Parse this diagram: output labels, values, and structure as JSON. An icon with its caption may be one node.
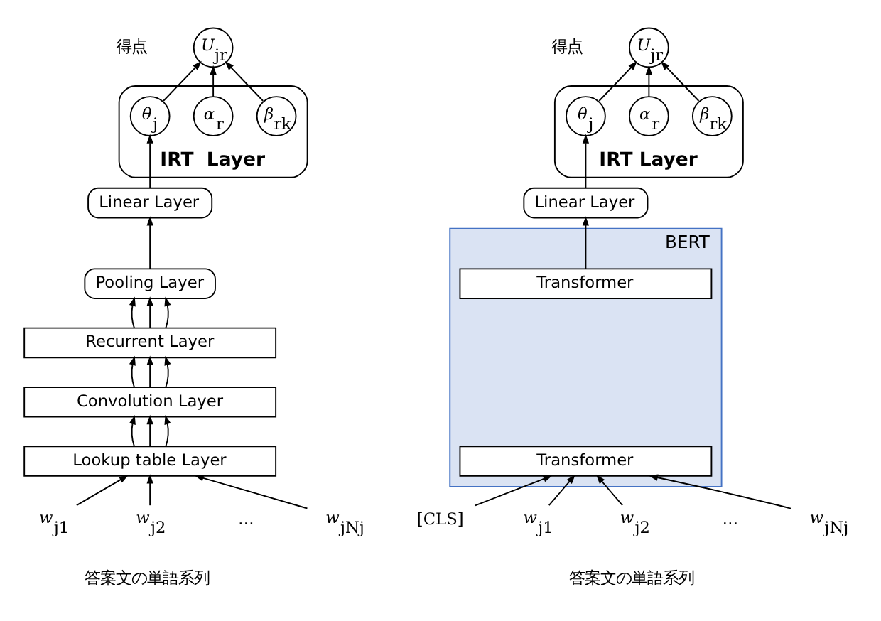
{
  "diagram": {
    "nodes": [
      {
        "text": [
          "*U*$_{jr}$"
        ],
        "beside": [
          "得点"
        ]
      },
      {
        "text": [
          "IRT  Layer"
        ]
      },
      {
        "text": [
          "*θ*$_{j}$"
        ],
        "in": 1
      },
      {
        "text": [
          "*α*$_{r}$"
        ],
        "in": 1
      },
      {
        "text": [
          "*β*$_{rk}$"
        ],
        "in": 1
      },
      {
        "text": [
          "Linear Layer"
        ]
      },
      {
        "text": [
          "Pooling Layer"
        ]
      },
      {
        "text": [
          "Recurrent Layer"
        ]
      },
      {
        "text": [
          "Convolution Layer"
        ]
      },
      {
        "text": [
          "Lookup table Layer"
        ]
      },
      {
        "text": [
          "*w*$_{j1}$"
        ]
      },
      {
        "text": [
          "*w*$_{j2}$"
        ]
      },
      {
        "text": [
          "*w*$_{jNj}$"
        ]
      },
      {
        "text": [
          "*U*$_{jr}$"
        ],
        "beside": [
          "得点"
        ]
      },
      {
        "text": [
          "IRT Layer"
        ]
      },
      {
        "text": [
          "*θ*$_{j}$"
        ],
        "in": 14
      },
      {
        "text": [
          "*α*$_{r}$"
        ],
        "in": 14
      },
      {
        "text": [
          "*β*$_{rk}$"
        ],
        "in": 14
      },
      {
        "text": [
          "Linear Layer"
        ]
      },
      {
        "text": [
          "BERT"
        ]
      },
      {
        "text": [
          "Transformer"
        ],
        "in": 19
      },
      {
        "text": [
          "Transformer"
        ],
        "in": 19
      },
      {
        "text": [
          "[CLS]"
        ]
      },
      {
        "text": [
          "*w*$_{j1}$"
        ]
      },
      {
        "text": [
          "*w*$_{j2}$"
        ]
      },
      {
        "text": [
          "*w*$_{jNj}$"
        ]
      }
    ],
    "edges": [
      {
        "from": 2,
        "to": 0,
        "arrow": "to"
      },
      {
        "from": 3,
        "to": 0,
        "arrow": "to"
      },
      {
        "from": 4,
        "to": 0,
        "arrow": "to"
      },
      {
        "from": 5,
        "to": 2,
        "arrow": "to"
      },
      {
        "from": 6,
        "to": 5,
        "arrow": "to"
      },
      {
        "from": 7,
        "to": 6,
        "arrow": "to"
      },
      {
        "from": 7,
        "to": 6,
        "arrow": "to"
      },
      {
        "from": 7,
        "to": 6,
        "arrow": "to"
      },
      {
        "from": 8,
        "to": 7,
        "arrow": "to"
      },
      {
        "from": 8,
        "to": 7,
        "arrow": "to"
      },
      {
        "from": 8,
        "to": 7,
        "arrow": "to"
      },
      {
        "from": 9,
        "to": 8,
        "arrow": "to"
      },
      {
        "from": 9,
        "to": 8,
        "arrow": "to"
      },
      {
        "from": 9,
        "to": 8,
        "arrow": "to"
      },
      {
        "from": 10,
        "to": 9,
        "arrow": "to"
      },
      {
        "from": 11,
        "to": 9,
        "arrow": "to"
      },
      {
        "from": 12,
        "to": 9,
        "arrow": "to"
      },
      {
        "from": 15,
        "to": 13,
        "arrow": "to"
      },
      {
        "from": 16,
        "to": 13,
        "arrow": "to"
      },
      {
        "from": 17,
        "to": 13,
        "arrow": "to"
      },
      {
        "from": 18,
        "to": 15,
        "arrow": "to"
      },
      {
        "from": 20,
        "to": 18,
        "arrow": "to"
      },
      {
        "from": 22,
        "to": 21,
        "arrow": "to"
      },
      {
        "from": 23,
        "to": 21,
        "arrow": "to"
      },
      {
        "from": 24,
        "to": 21,
        "arrow": "to"
      },
      {
        "from": 25,
        "to": 21,
        "arrow": "to"
      }
    ],
    "labels": [
      "…",
      "答案文の単語系列",
      "…",
      "答案文の単語系列"
    ]
  }
}
